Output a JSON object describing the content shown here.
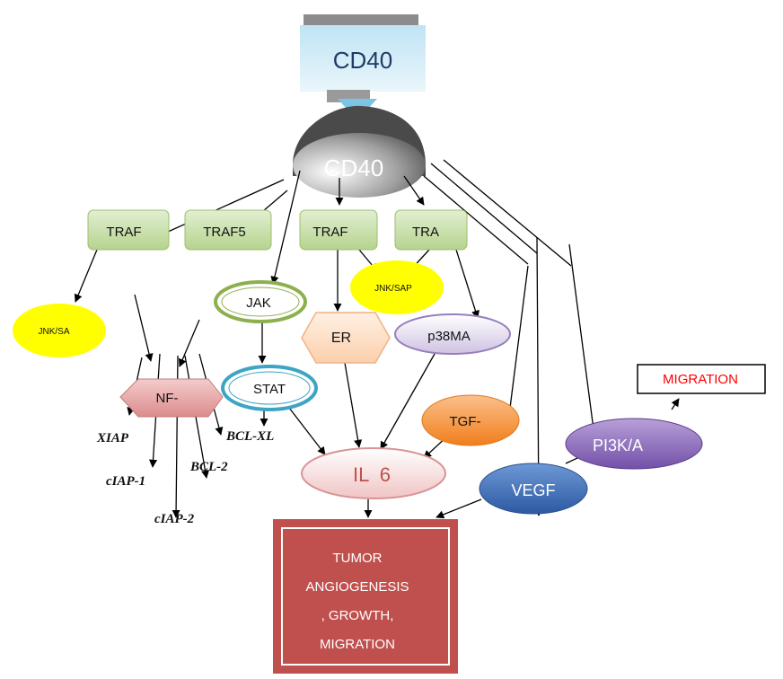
{
  "receptor": {
    "ligand_label": "CD40",
    "receptor_label": "CD40"
  },
  "adaptors": {
    "traf_a": "TRAF",
    "traf_b": "TRAF5",
    "traf_c": "TRAF",
    "traf_d": "TRA"
  },
  "kinases": {
    "jnk_left": "JNK/SA",
    "jnk_right": "JNK/SAP",
    "jak": "JAK",
    "stat": "STAT",
    "er": "ER",
    "p38": "p38MA",
    "nfkb": "NF-",
    "tgf": "TGF-",
    "il6": "IL  6",
    "vegf": "VEGF",
    "pi3k": "PI3K/A"
  },
  "targets": {
    "xiap": "XIAP",
    "ciap1": "cIAP-1",
    "bclxl": "BCL-XL",
    "bcl2": "BCL-2",
    "ciap2": "cIAP-2"
  },
  "outcomes": {
    "migration": "MIGRATION",
    "tumor_lines": [
      "TUMOR",
      "ANGIOGENESIS",
      ", GROWTH,",
      "MIGRATION"
    ]
  },
  "colors": {
    "traf_fill": "#c4dca4",
    "jnk_yellow": "#ffff00",
    "jak_ring": "#8db04e",
    "stat_ring": "#3ea4c4",
    "er_fill": "#fde0c8",
    "p38_fill": "#e0d8ec",
    "nfkb_fill": "#e8a8a8",
    "tgf_fill": "#f59a3c",
    "il6_fill": "#f4d4d4",
    "vegf_fill": "#3c6cb4",
    "pi3k_fill": "#8c68b8",
    "tumor_fill": "#c0504d",
    "migration_text": "#ff0000"
  }
}
